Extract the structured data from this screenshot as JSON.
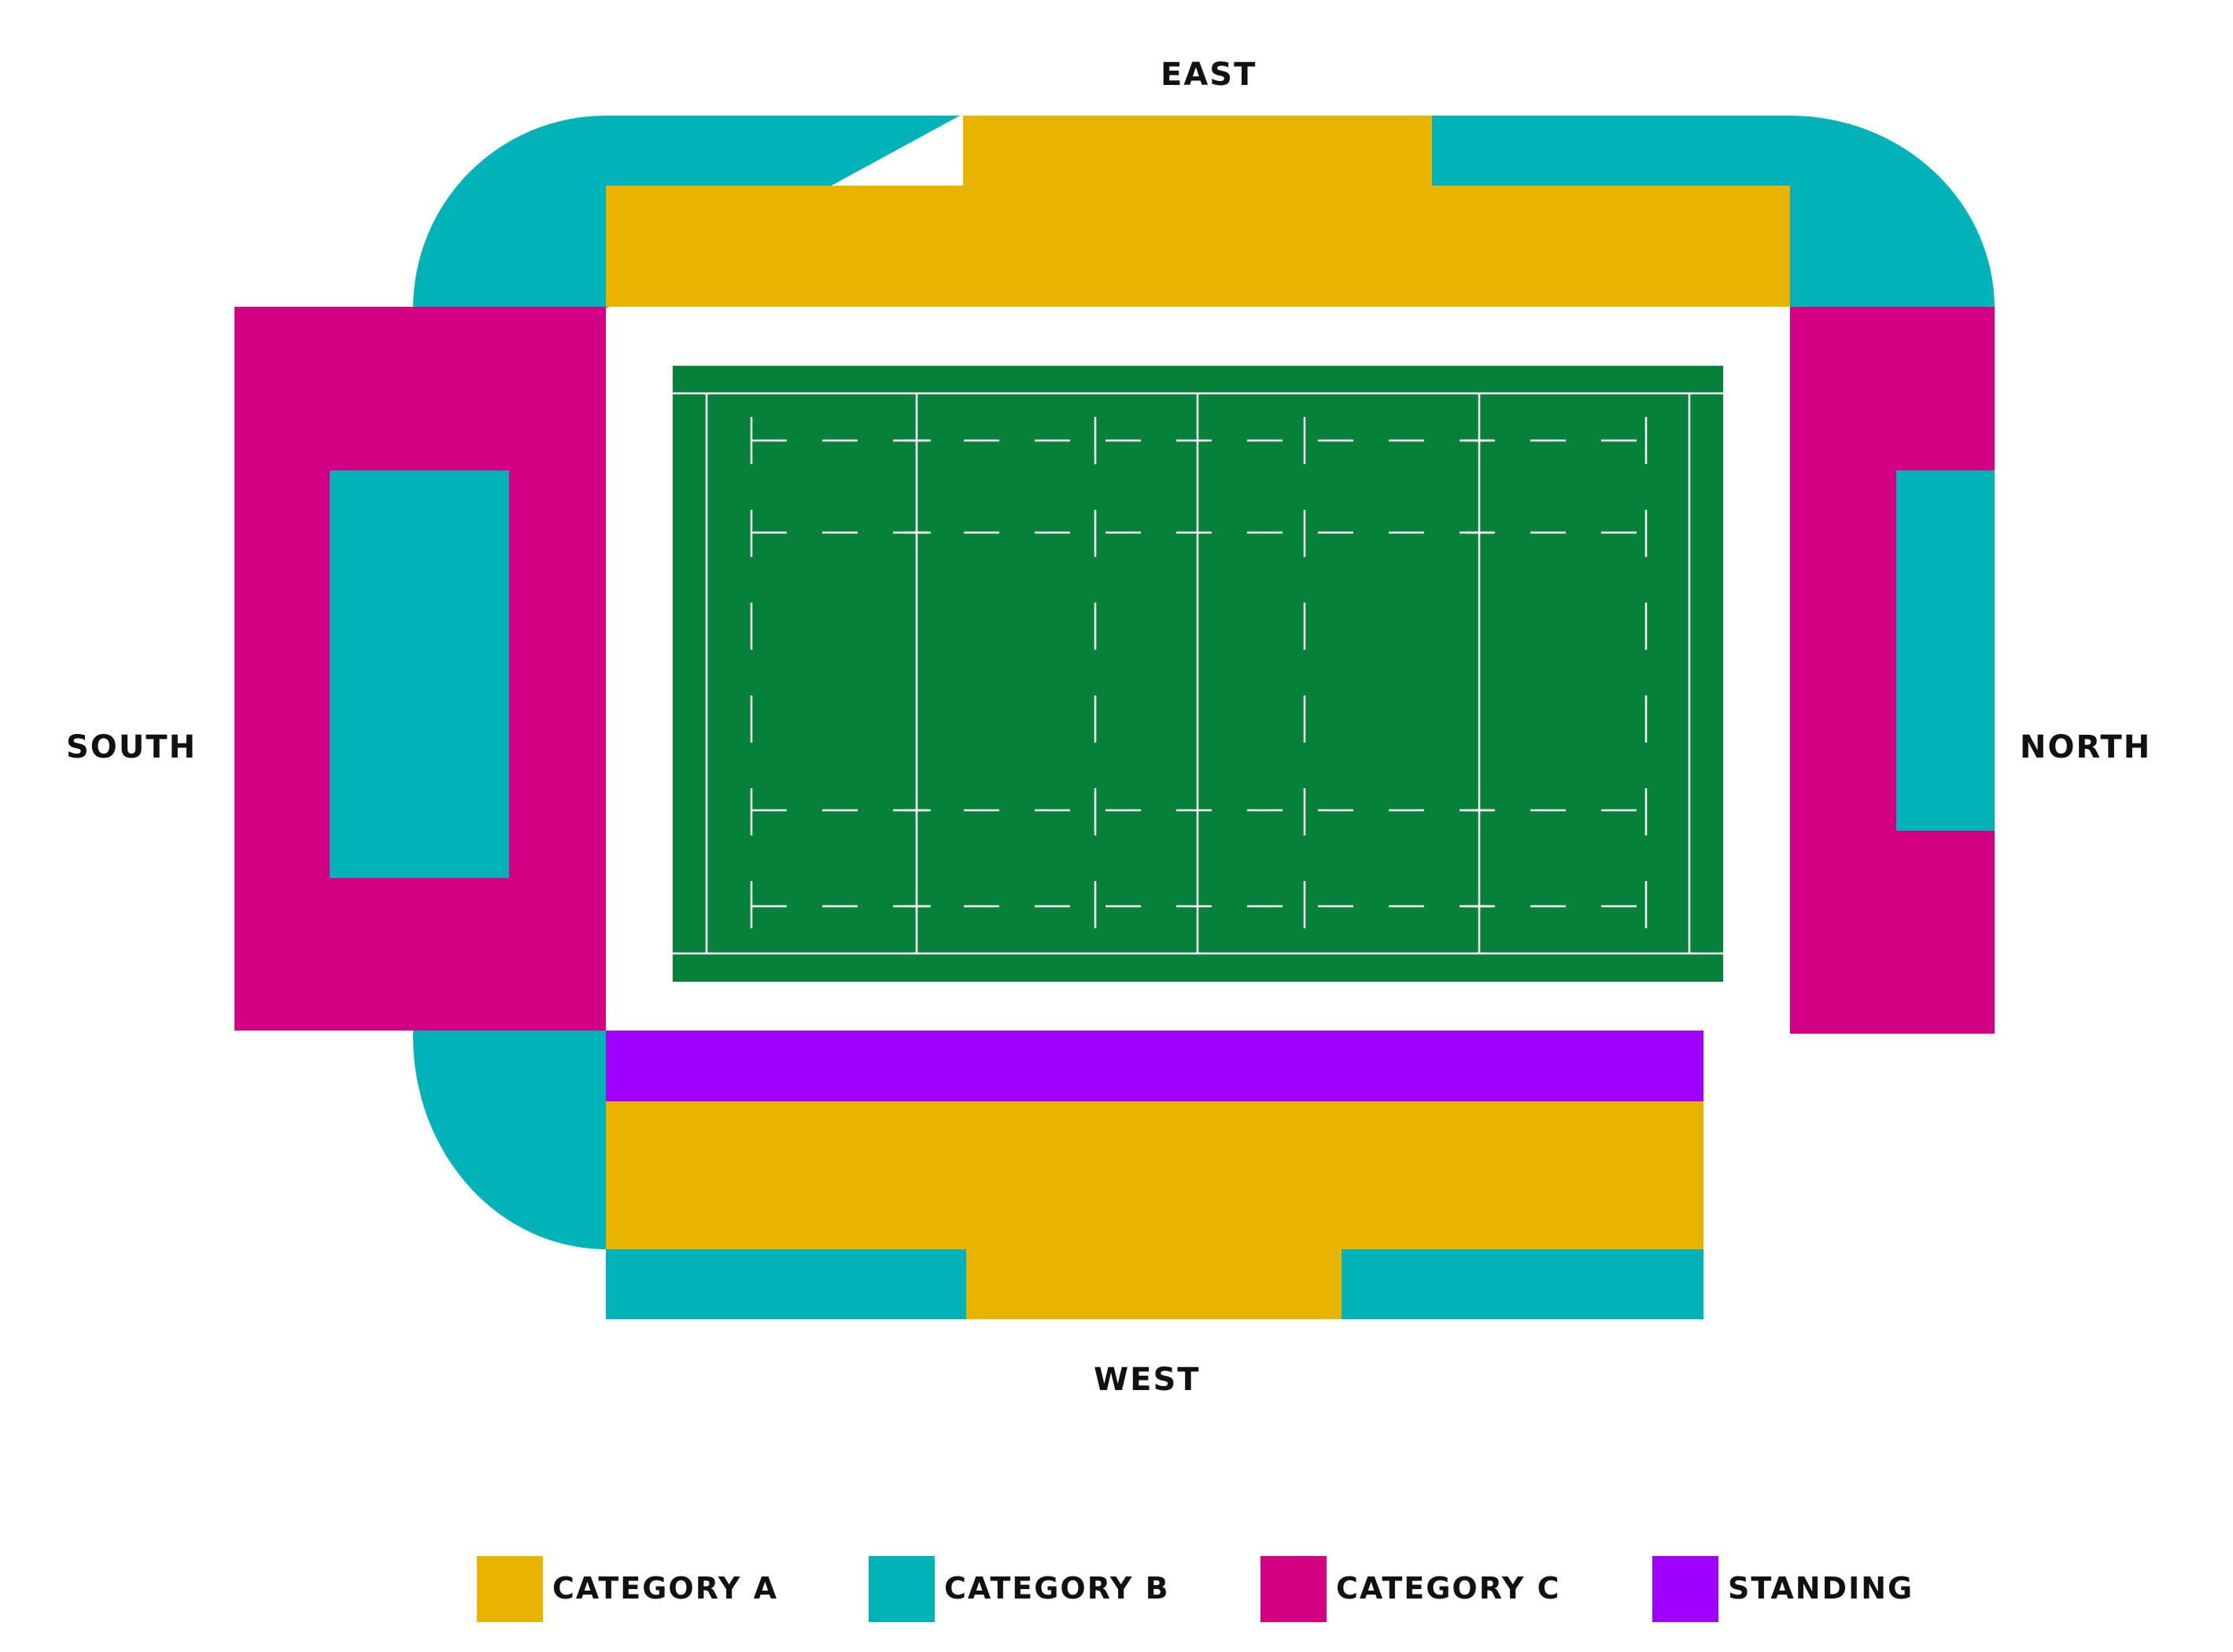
{
  "map": {
    "labels": {
      "east": "EAST",
      "west": "WEST",
      "south": "SOUTH",
      "north": "NORTH"
    },
    "colors": {
      "category_a": "#E8B400",
      "category_b": "#00B3B8",
      "category_c": "#D40084",
      "standing": "#A000FF",
      "pitch": "#05813A",
      "pitch_lines": "#FFFFFF"
    }
  },
  "legend": {
    "items": [
      {
        "label": "CATEGORY A",
        "color": "#E8B400"
      },
      {
        "label": "CATEGORY B",
        "color": "#00B3B8"
      },
      {
        "label": "CATEGORY C",
        "color": "#D40084"
      },
      {
        "label": "STANDING",
        "color": "#A000FF"
      }
    ]
  }
}
